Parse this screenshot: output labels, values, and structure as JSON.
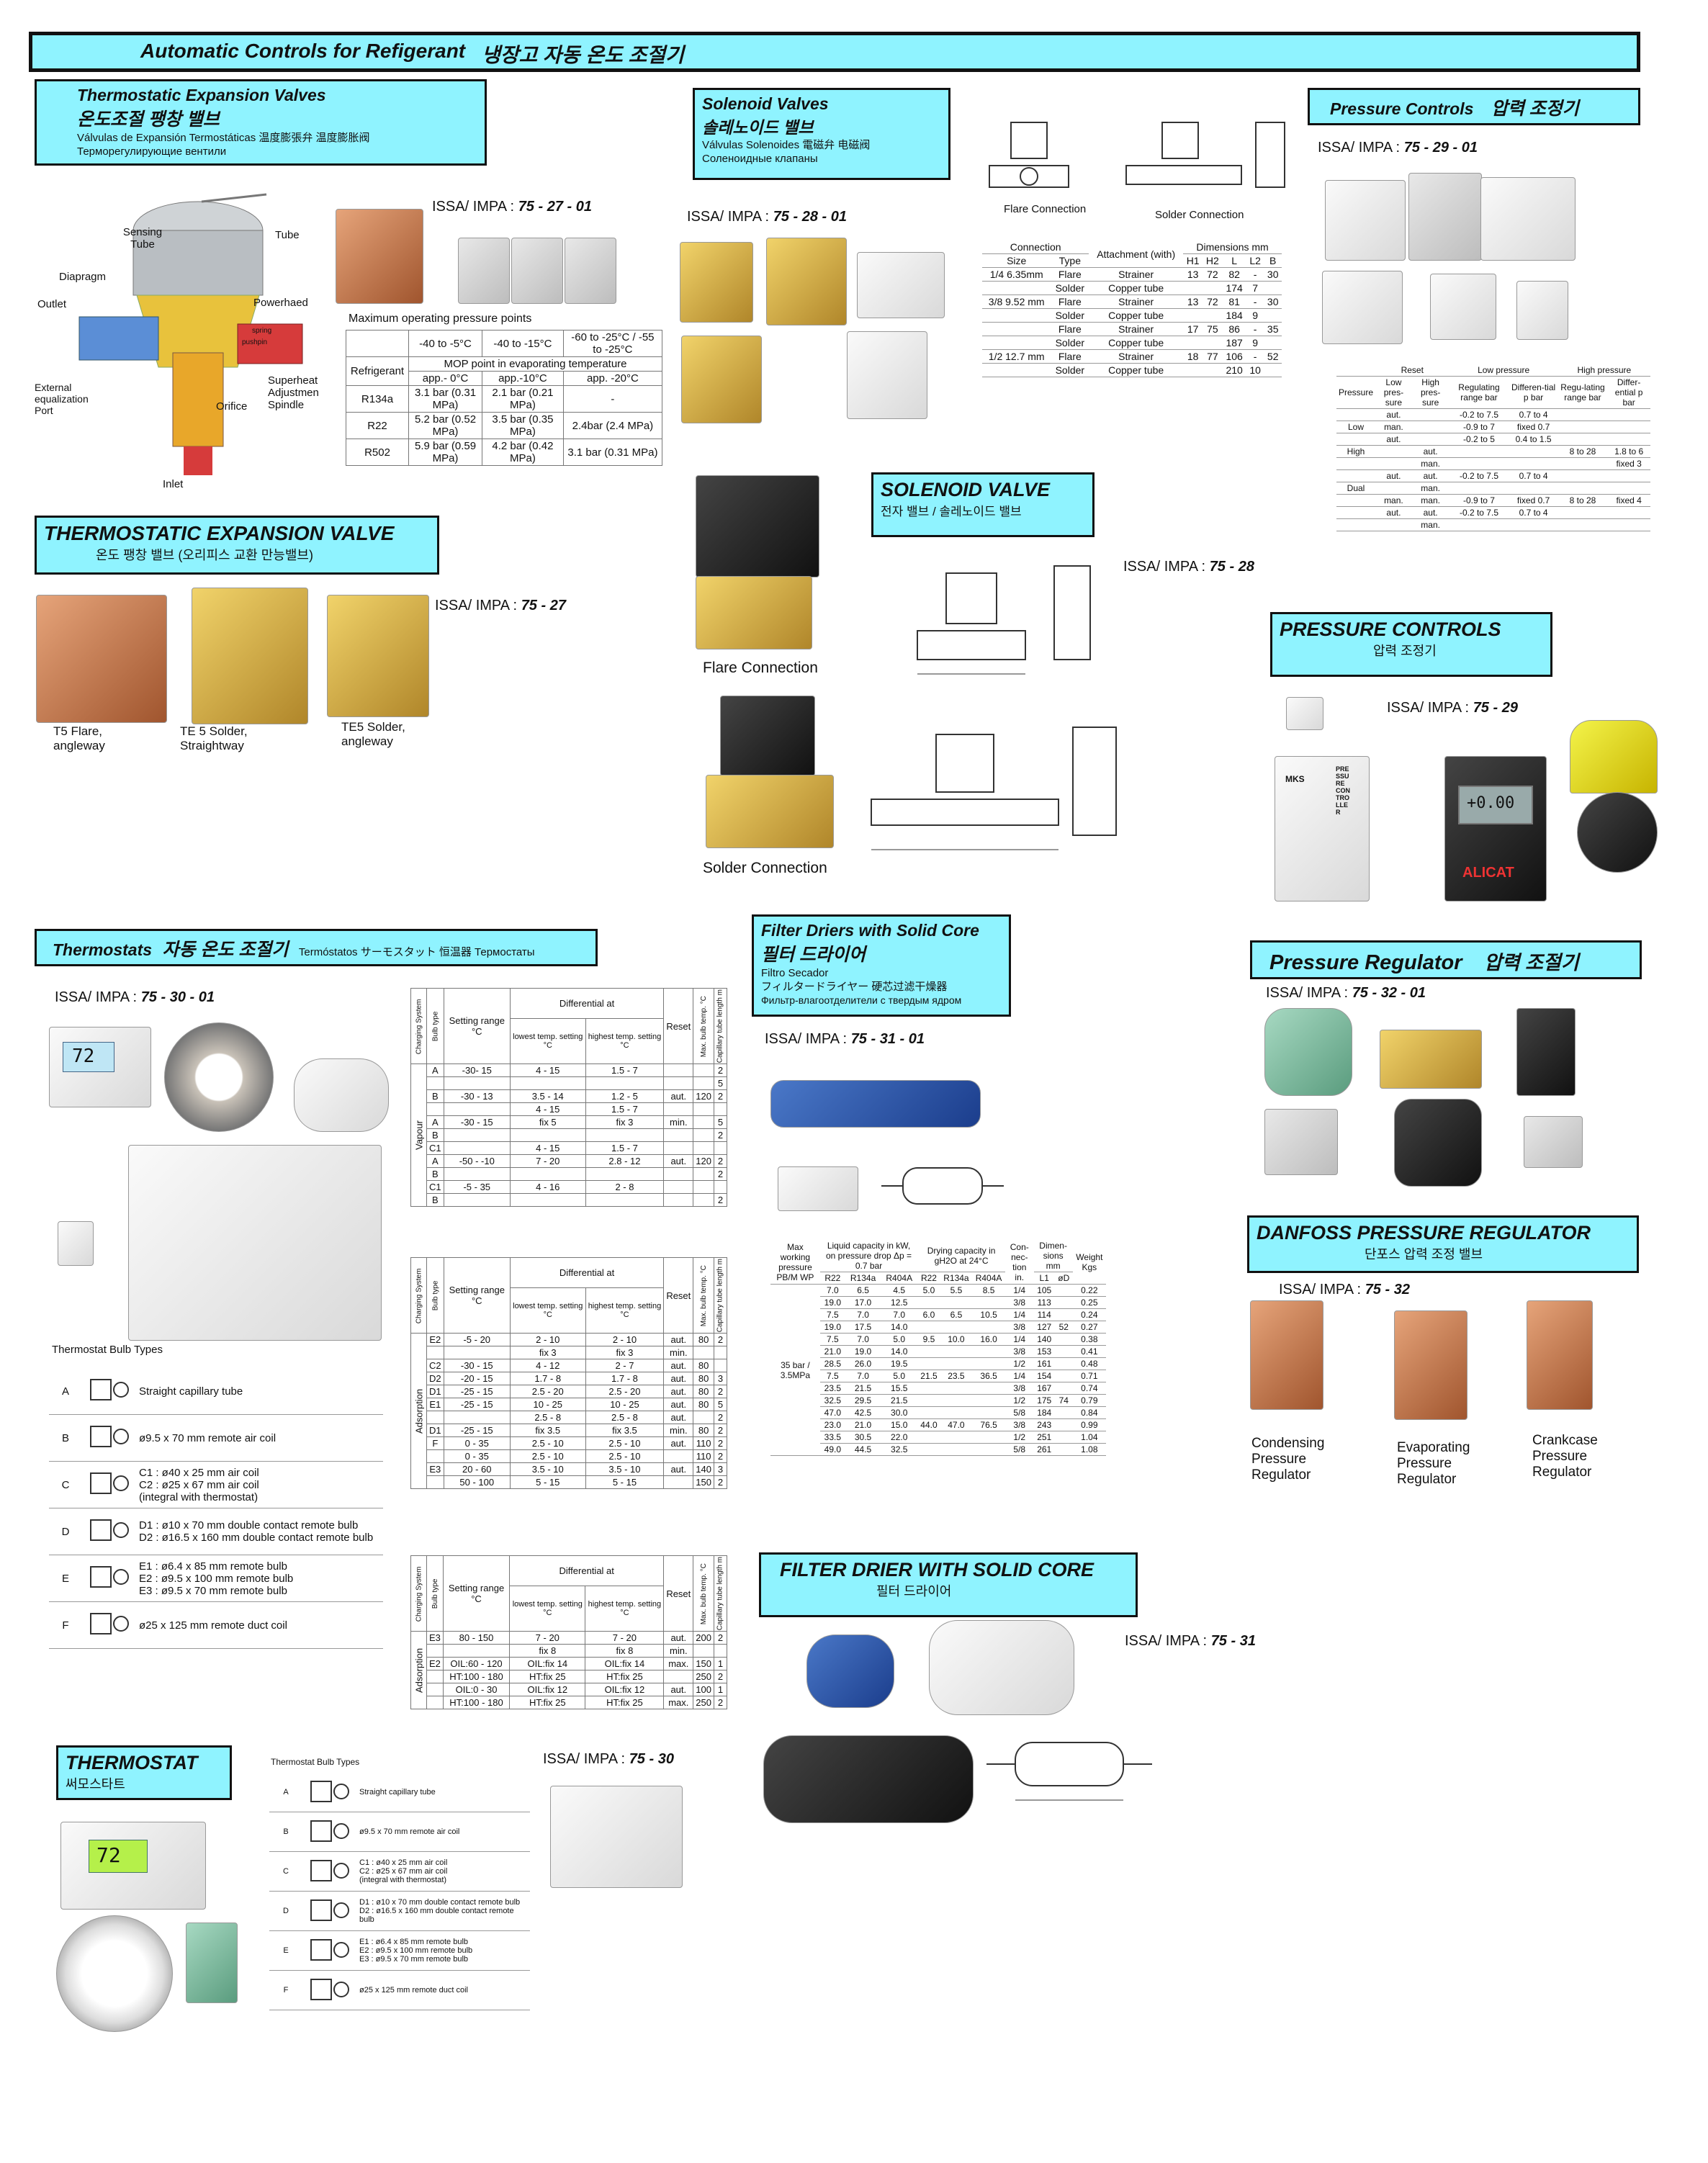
{
  "banner": {
    "title": "Automatic Controls for Refigerant",
    "title_kr": "냉장고 자동 온도 조절기"
  },
  "tev_header": {
    "title": "Thermostatic Expansion Valves",
    "title_kr": "온도조절 팽창 밸브",
    "line1": "Válvulas de Expansión Termostáticas 温度膨張弁 温度膨胀阀",
    "line2": "Терморегулирующие вентили"
  },
  "tev_issa": {
    "label": "ISSA/ IMPA :",
    "code": "75 - 27 - 01"
  },
  "tev_diagram": {
    "labels": [
      "Sensing Tube",
      "Tube",
      "Diapragm",
      "Outlet",
      "Powerhaed",
      "spring",
      "pushpin",
      "External equalization Port",
      "Orifice",
      "Superheat Adjustmen Spindle",
      "Inlet"
    ]
  },
  "tev_table": {
    "caption": "Maximum operating pressure points",
    "temps": [
      "-40 to -5°C",
      "-40 to -15°C",
      "-60 to -25°C / -55 to -25°C"
    ],
    "refrigerant_label": "Refrigerant",
    "mop_label": "MOP point in evaporating temperature",
    "apps": [
      "app.- 0°C",
      "app.-10°C",
      "app. -20°C"
    ],
    "rows": [
      {
        "ref": "R134a",
        "v": [
          "3.1 bar (0.31 MPa)",
          "2.1 bar (0.21 MPa)",
          "-"
        ]
      },
      {
        "ref": "R22",
        "v": [
          "5.2 bar (0.52 MPa)",
          "3.5 bar (0.35 MPa)",
          "2.4bar (2.4 MPa)"
        ]
      },
      {
        "ref": "R502",
        "v": [
          "5.9 bar (0.59 MPa)",
          "4.2 bar (0.42 MPa)",
          "3.1 bar (0.31 MPa)"
        ]
      }
    ]
  },
  "tev2": {
    "title": "THERMOSTATIC EXPANSION VALVE",
    "sub": "온도 팽창 밸브 (오리피스 교환 만능밸브)",
    "issa": "ISSA/ IMPA :",
    "code": "75 - 27",
    "items": [
      "T5 Flare, angleway",
      "TE 5 Solder, Straightway",
      "TE5 Solder, angleway"
    ]
  },
  "sol_header": {
    "title": "Solenoid Valves",
    "title_kr": "솔레노이드 밸브",
    "line1": "Válvulas Solenoides 電磁弁 电磁阀",
    "line2": "Соленоидные клапаны",
    "issa": "ISSA/ IMPA :",
    "code": "75 - 28 - 01"
  },
  "sol_draw": {
    "left": "Flare Connection",
    "right": "Solder Connection"
  },
  "sol_table": {
    "headers": [
      "Connection",
      "Attachment (with)",
      "Dimensions mm"
    ],
    "sub": [
      "Size",
      "Type",
      "H1",
      "H2",
      "L",
      "L2",
      "B"
    ],
    "rows": [
      [
        "1/4 6.35mm",
        "Flare",
        "Strainer",
        "13",
        "72",
        "82",
        "-",
        "30"
      ],
      [
        "",
        "Solder",
        "Copper tube",
        "",
        "",
        "174",
        "7",
        ""
      ],
      [
        "3/8 9.52 mm",
        "Flare",
        "Strainer",
        "13",
        "72",
        "81",
        "-",
        "30"
      ],
      [
        "",
        "Solder",
        "Copper tube",
        "",
        "",
        "184",
        "9",
        ""
      ],
      [
        "",
        "Flare",
        "Strainer",
        "17",
        "75",
        "86",
        "-",
        "35"
      ],
      [
        "",
        "Solder",
        "Copper tube",
        "",
        "",
        "187",
        "9",
        ""
      ],
      [
        "1/2 12.7 mm",
        "Flare",
        "Strainer",
        "18",
        "77",
        "106",
        "-",
        "52"
      ],
      [
        "",
        "Solder",
        "Copper tube",
        "",
        "",
        "210",
        "10",
        ""
      ]
    ]
  },
  "sol2": {
    "title": "SOLENOID VALVE",
    "sub": "전자 밸브 / 솔레노이드 밸브",
    "issa": "ISSA/ IMPA :",
    "code": "75 - 28",
    "flare": "Flare Connection",
    "solder": "Solder Connection"
  },
  "pc_header": {
    "title": "Pressure Controls",
    "title_kr": "압력 조정기",
    "issa": "ISSA/ IMPA :",
    "code": "75 - 29 - 01"
  },
  "pc_table": {
    "h1": [
      "Reset",
      "Low pressure",
      "High pressure"
    ],
    "h2": [
      "Pressure",
      "Low pres-sure",
      "High pres-sure",
      "Regulating range bar",
      "Differen-tial p bar",
      "Regu-lating range bar",
      "Differ-ential p bar"
    ],
    "rows": [
      [
        "",
        "aut.",
        "",
        "-0.2 to 7.5",
        "0.7 to 4",
        "",
        ""
      ],
      [
        "Low",
        "man.",
        "",
        "-0.9 to 7",
        "fixed 0.7",
        "",
        ""
      ],
      [
        "",
        "aut.",
        "",
        "-0.2 to 5",
        "0.4 to 1.5",
        "",
        ""
      ],
      [
        "High",
        "",
        "aut.",
        "",
        "",
        "8 to 28",
        "1.8 to 6"
      ],
      [
        "",
        "",
        "man.",
        "",
        "",
        "",
        "fixed 3"
      ],
      [
        "",
        "aut.",
        "aut.",
        "-0.2 to 7.5",
        "0.7 to 4",
        "",
        ""
      ],
      [
        "Dual",
        "",
        "man.",
        "",
        "",
        "",
        ""
      ],
      [
        "",
        "man.",
        "man.",
        "-0.9 to 7",
        "fixed 0.7",
        "8 to 28",
        "fixed 4"
      ],
      [
        "",
        "aut.",
        "aut.",
        "-0.2 to 7.5",
        "0.7 to 4",
        "",
        ""
      ],
      [
        "",
        "",
        "man.",
        "",
        "",
        "",
        ""
      ]
    ]
  },
  "pc2": {
    "title": "PRESSURE CONTROLS",
    "sub": "압력 조정기",
    "issa": "ISSA/ IMPA :",
    "code": "75 - 29",
    "display": "+0.00",
    "brand": "ALICAT",
    "mks": "MKS",
    "pc_text": "PRESSURE CONTROLLER"
  },
  "thermo_header": {
    "title": "Thermostats",
    "title_kr": "자동 온도 조절기",
    "extra": "Termóstatos サーモスタット 恒温器 Термостаты",
    "issa": "ISSA/ IMPA :",
    "code": "75 - 30 - 01",
    "display": "72"
  },
  "bulb_types": {
    "caption": "Thermostat  Bulb Types",
    "rows": [
      {
        "k": "A",
        "d": "Straight capillary tube"
      },
      {
        "k": "B",
        "d": "ø9.5 x 70 mm remote air coil"
      },
      {
        "k": "C",
        "d": "C1 : ø40 x 25 mm air coil\nC2 : ø25 x 67 mm air coil\n(integral with thermostat)"
      },
      {
        "k": "D",
        "d": "D1 : ø10 x 70 mm double contact remote bulb\nD2 : ø16.5 x 160 mm double contact remote bulb"
      },
      {
        "k": "E",
        "d": "E1 : ø6.4 x 85 mm remote bulb\nE2 : ø9.5 x 100 mm remote bulb\nE3 : ø9.5 x 70 mm remote bulb"
      },
      {
        "k": "F",
        "d": "ø25 x 125 mm remote duct coil"
      }
    ]
  },
  "thermo_table_headers": {
    "charging": "Charging System",
    "bulb": "Bulb type",
    "setting": "Setting range °C",
    "diff": "Differential at",
    "lowest": "lowest temp. setting °C",
    "highest": "highest temp. setting °C",
    "reset": "Reset",
    "maxbulb": "Max. bulb temp. °C",
    "cap": "Capillary tube length m"
  },
  "thermo_vapour": {
    "system": "Vapour",
    "rows": [
      [
        "A",
        "-30- 15",
        "4 - 15",
        "1.5 - 7",
        "",
        "",
        "2"
      ],
      [
        "",
        "",
        "",
        "",
        "",
        "",
        "5"
      ],
      [
        "B",
        "-30 - 13",
        "3.5 - 14",
        "1.2 - 5",
        "aut.",
        "120",
        "2"
      ],
      [
        "",
        "",
        "4 - 15",
        "1.5 - 7",
        "",
        "",
        ""
      ],
      [
        "A",
        "-30 - 15",
        "fix 5",
        "fix 3",
        "min.",
        "",
        "5"
      ],
      [
        "B",
        "",
        "",
        "",
        "",
        "",
        "2"
      ],
      [
        "C1",
        "",
        "4 - 15",
        "1.5 - 7",
        "",
        "",
        ""
      ],
      [
        "A",
        "-50 - -10",
        "7 - 20",
        "2.8 - 12",
        "aut.",
        "120",
        "2"
      ],
      [
        "B",
        "",
        "",
        "",
        "",
        "",
        "2"
      ],
      [
        "C1",
        "-5 - 35",
        "4 - 16",
        "2 - 8",
        "",
        "",
        ""
      ],
      [
        "B",
        "",
        "",
        "",
        "",
        "",
        "2"
      ]
    ]
  },
  "thermo_adsorption": {
    "system": "Adsorption",
    "rows": [
      [
        "E2",
        "-5 - 20",
        "2 - 10",
        "2 - 10",
        "aut.",
        "80",
        "2"
      ],
      [
        "",
        "",
        "fix 3",
        "fix 3",
        "min.",
        "",
        ""
      ],
      [
        "C2",
        "-30 - 15",
        "4 - 12",
        "2 - 7",
        "aut.",
        "80",
        ""
      ],
      [
        "D2",
        "-20 - 15",
        "1.7 - 8",
        "1.7 - 8",
        "aut.",
        "80",
        "3"
      ],
      [
        "D1",
        "-25 - 15",
        "2.5 - 20",
        "2.5 - 20",
        "aut.",
        "80",
        "2"
      ],
      [
        "E1",
        "-25 - 15",
        "10 - 25",
        "10 - 25",
        "aut.",
        "80",
        "5"
      ],
      [
        "",
        "",
        "2.5 - 8",
        "2.5 - 8",
        "aut.",
        "",
        "2"
      ],
      [
        "D1",
        "-25 - 15",
        "fix 3.5",
        "fix 3.5",
        "min.",
        "80",
        "2"
      ],
      [
        "F",
        "0 - 35",
        "2.5 - 10",
        "2.5 - 10",
        "aut.",
        "110",
        "2"
      ],
      [
        "",
        "0 - 35",
        "2.5 - 10",
        "2.5 - 10",
        "",
        "110",
        "2"
      ],
      [
        "E3",
        "20 - 60",
        "3.5 - 10",
        "3.5 - 10",
        "aut.",
        "140",
        "3"
      ],
      [
        "",
        "50 - 100",
        "5 - 15",
        "5 - 15",
        "",
        "150",
        "2"
      ]
    ]
  },
  "thermo_adsorption2": {
    "system": "Adsorption",
    "rows": [
      [
        "E3",
        "80 - 150",
        "7 - 20",
        "7 - 20",
        "aut.",
        "200",
        "2"
      ],
      [
        "",
        "",
        "fix 8",
        "fix 8",
        "min.",
        "",
        ""
      ],
      [
        "E2",
        "OIL:60 - 120",
        "OIL:fix 14",
        "OIL:fix 14",
        "max.",
        "150",
        "1"
      ],
      [
        "",
        "HT:100 - 180",
        "HT:fix 25",
        "HT:fix 25",
        "",
        "250",
        "2"
      ],
      [
        "",
        "OIL:0 - 30",
        "OIL:fix 12",
        "OIL:fix 12",
        "aut.",
        "100",
        "1"
      ],
      [
        "",
        "HT:100 - 180",
        "HT:fix 25",
        "HT:fix 25",
        "max.",
        "250",
        "2"
      ]
    ]
  },
  "thermo2": {
    "title": "THERMOSTAT",
    "sub": "써모스타트",
    "issa": "ISSA/ IMPA :",
    "code": "75 - 30",
    "display": "72"
  },
  "fd_header": {
    "title": "Filter Driers with Solid Core",
    "title_kr": "필터 드라이어",
    "line1": "Filtro Secador",
    "line2": "フィルタードライヤー 硬芯过滤干燥器",
    "line3": "Фильтр-влагоотделители с твердым ядром",
    "issa": "ISSA/ IMPA :",
    "code": "75 - 31 - 01"
  },
  "fd_table": {
    "headers": [
      "Max working pressure PB/M WP",
      "Liquid capacity in kW, on pressure drop Δp = 0.7 bar",
      "Drying capacity in gH2O at 24°C",
      "Con-nec-tion in.",
      "Dimen-sions mm",
      "Weight Kgs"
    ],
    "sub": [
      "R22",
      "R134a",
      "R404A",
      "R22",
      "R134a",
      "R404A",
      "L1",
      "øD"
    ],
    "pressure": "35 bar / 3.5MPa",
    "rows": [
      [
        "7.0",
        "6.5",
        "4.5",
        "5.0",
        "5.5",
        "8.5",
        "1/4",
        "105",
        "",
        "0.22"
      ],
      [
        "19.0",
        "17.0",
        "12.5",
        "",
        "",
        "",
        "3/8",
        "113",
        "",
        "0.25"
      ],
      [
        "7.5",
        "7.0",
        "7.0",
        "6.0",
        "6.5",
        "10.5",
        "1/4",
        "114",
        "",
        "0.24"
      ],
      [
        "19.0",
        "17.5",
        "14.0",
        "",
        "",
        "",
        "3/8",
        "127",
        "52",
        "0.27"
      ],
      [
        "7.5",
        "7.0",
        "5.0",
        "9.5",
        "10.0",
        "16.0",
        "1/4",
        "140",
        "",
        "0.38"
      ],
      [
        "21.0",
        "19.0",
        "14.0",
        "",
        "",
        "",
        "3/8",
        "153",
        "",
        "0.41"
      ],
      [
        "28.5",
        "26.0",
        "19.5",
        "",
        "",
        "",
        "1/2",
        "161",
        "",
        "0.48"
      ],
      [
        "7.5",
        "7.0",
        "5.0",
        "21.5",
        "23.5",
        "36.5",
        "1/4",
        "154",
        "",
        "0.71"
      ],
      [
        "23.5",
        "21.5",
        "15.5",
        "",
        "",
        "",
        "3/8",
        "167",
        "",
        "0.74"
      ],
      [
        "32.5",
        "29.5",
        "21.5",
        "",
        "",
        "",
        "1/2",
        "175",
        "74",
        "0.79"
      ],
      [
        "47.0",
        "42.5",
        "30.0",
        "",
        "",
        "",
        "5/8",
        "184",
        "",
        "0.84"
      ],
      [
        "23.0",
        "21.0",
        "15.0",
        "44.0",
        "47.0",
        "76.5",
        "3/8",
        "243",
        "",
        "0.99"
      ],
      [
        "33.5",
        "30.5",
        "22.0",
        "",
        "",
        "",
        "1/2",
        "251",
        "",
        "1.04"
      ],
      [
        "49.0",
        "44.5",
        "32.5",
        "",
        "",
        "",
        "5/8",
        "261",
        "",
        "1.08"
      ]
    ]
  },
  "fd2": {
    "title": "FILTER DRIER WITH SOLID CORE",
    "sub": "필터 드라이어",
    "issa": "ISSA/ IMPA :",
    "code": "75 - 31"
  },
  "pr_header": {
    "title": "Pressure Regulator",
    "title_kr": "압력 조절기",
    "issa": "ISSA/ IMPA :",
    "code": "75 - 32 - 01"
  },
  "pr2": {
    "title": "DANFOSS  PRESSURE REGULATOR",
    "sub": "단포스 압력 조정 밸브",
    "issa": "ISSA/ IMPA :",
    "code": "75 - 32",
    "items": [
      "Condensing Pressure Regulator",
      "Evaporating Pressure Regulator",
      "Crankcase Pressure Regulator"
    ]
  },
  "colors": {
    "accent": "#8ff3ff",
    "border": "#111111"
  }
}
